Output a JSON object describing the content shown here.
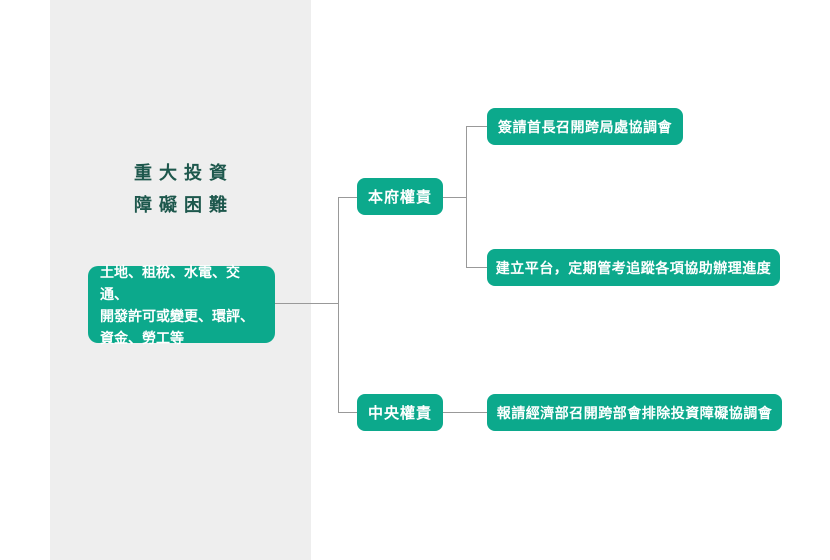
{
  "colors": {
    "accent_green": "#0ca98c",
    "title_green": "#1d574c",
    "panel_gray": "#eeeeee",
    "connector_gray": "#999999"
  },
  "panel": {
    "title_line1": "重大投資",
    "title_line2": "障礙困難",
    "source_lines": [
      "土地、租稅、水電、交通、",
      "開發許可或變更、環評、",
      "資金、勞工等"
    ]
  },
  "tree": {
    "branches": [
      {
        "label": "本府權責",
        "children": [
          "簽請首長召開跨局處協調會",
          "建立平台，定期管考追蹤各項協助辦理進度"
        ]
      },
      {
        "label": "中央權責",
        "children": [
          "報請經濟部召開跨部會排除投資障礙協調會"
        ]
      }
    ]
  }
}
